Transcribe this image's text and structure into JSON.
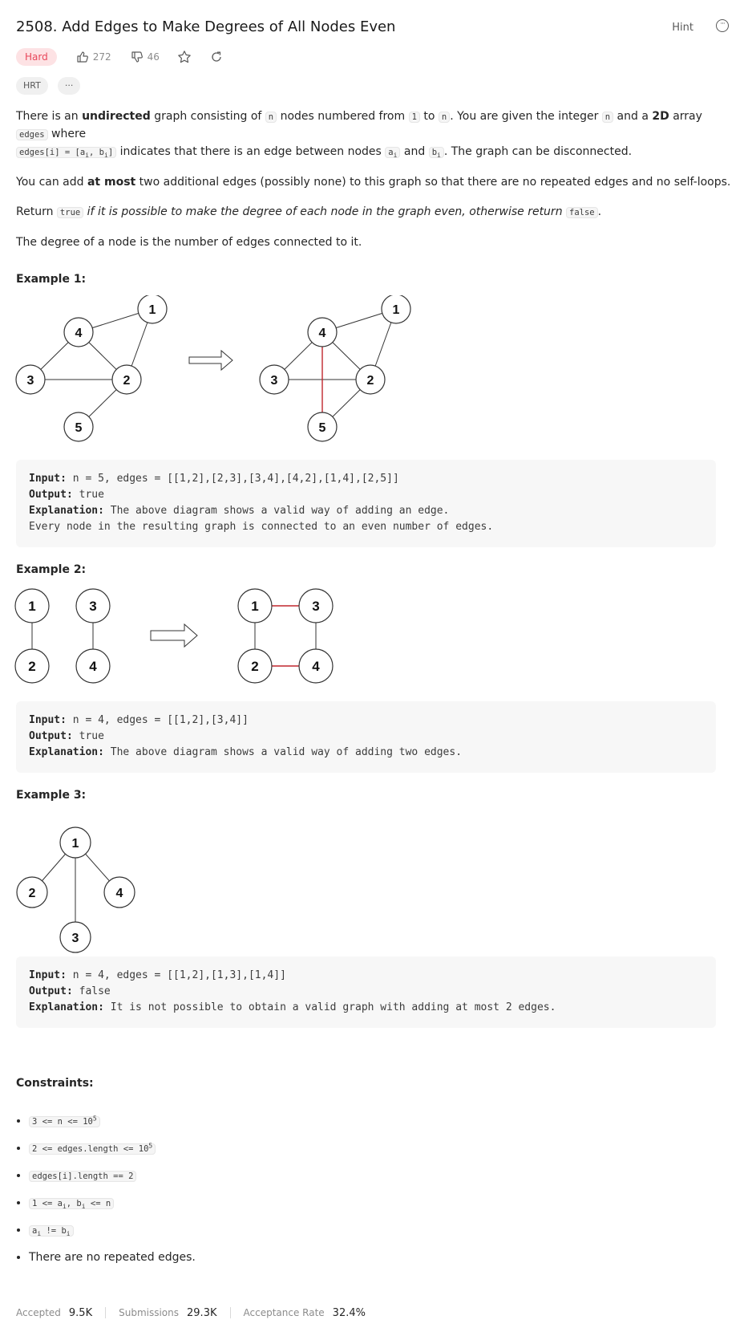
{
  "problem": {
    "title": "2508. Add Edges to Make Degrees of All Nodes Even",
    "hint_label": "Hint",
    "difficulty": "Hard",
    "likes": "272",
    "dislikes": "46",
    "tags": [
      "HRT",
      "···"
    ]
  },
  "description": {
    "p1": {
      "t1": "There is an ",
      "b1": "undirected",
      "t2": " graph consisting of ",
      "c1": "n",
      "t3": " nodes numbered from ",
      "c2": "1",
      "t4": " to ",
      "c3": "n",
      "t5": ". You are given the integer ",
      "c4": "n",
      "t6": " and a ",
      "b2": "2D",
      "t7": " array ",
      "c5": "edges",
      "t8": " where",
      "c6": "edges[i] = [a",
      "c6sub": "i",
      "c6b": ", b",
      "c6sub2": "i",
      "c6c": "]",
      "t9": " indicates that there is an edge between nodes ",
      "c7": "a",
      "c7sub": "i",
      "t10": " and ",
      "c8": "b",
      "c8sub": "i",
      "t11": ". The graph can be disconnected."
    },
    "p2": {
      "t1": "You can add ",
      "b1": "at most",
      "t2": " two additional edges (possibly none) to this graph so that there are no repeated edges and no self-loops."
    },
    "p3": {
      "t1": "Return ",
      "c1": "true",
      "i1": " if it is possible to make the degree of each node in the graph even, otherwise return ",
      "c2": "false",
      "t2": "."
    },
    "p4": "The degree of a node is the number of edges connected to it."
  },
  "examples": [
    {
      "title": "Example 1:",
      "input_label": "Input:",
      "input": " n = 5, edges = [[1,2],[2,3],[3,4],[4,2],[1,4],[2,5]]",
      "output_label": "Output:",
      "output": " true",
      "explanation_label": "Explanation:",
      "explanation": " The above diagram shows a valid way of adding an edge.",
      "explanation2": "Every node in the resulting graph is connected to an even number of edges."
    },
    {
      "title": "Example 2:",
      "input_label": "Input:",
      "input": " n = 4, edges = [[1,2],[3,4]]",
      "output_label": "Output:",
      "output": " true",
      "explanation_label": "Explanation:",
      "explanation": " The above diagram shows a valid way of adding two edges."
    },
    {
      "title": "Example 3:",
      "input_label": "Input:",
      "input": " n = 4, edges = [[1,2],[1,3],[1,4]]",
      "output_label": "Output:",
      "output": " false",
      "explanation_label": "Explanation:",
      "explanation": " It is not possible to obtain a valid graph with adding at most 2 edges."
    }
  ],
  "graph_labels": {
    "ex1": [
      "1",
      "4",
      "3",
      "2",
      "5"
    ],
    "ex2": [
      "1",
      "3",
      "2",
      "4"
    ],
    "ex3": [
      "1",
      "2",
      "4",
      "3"
    ]
  },
  "constraints": {
    "title": "Constraints:",
    "c1": "3 <= n <= 10",
    "c1sup": "5",
    "c2": "2 <= edges.length <= 10",
    "c2sup": "5",
    "c3": "edges[i].length == 2",
    "c4a": "1 <= a",
    "c4sub1": "i",
    "c4b": ", b",
    "c4sub2": "i",
    "c4c": " <= n",
    "c5a": "a",
    "c5sub1": "i",
    "c5b": " != b",
    "c5sub2": "i",
    "c6": "There are no repeated edges."
  },
  "footer": {
    "accepted_label": "Accepted",
    "accepted": "9.5K",
    "submissions_label": "Submissions",
    "submissions": "29.3K",
    "rate_label": "Acceptance Rate",
    "rate": "32.4%"
  },
  "colors": {
    "added_edge": "#c0262d",
    "hard": "#e8475a"
  }
}
